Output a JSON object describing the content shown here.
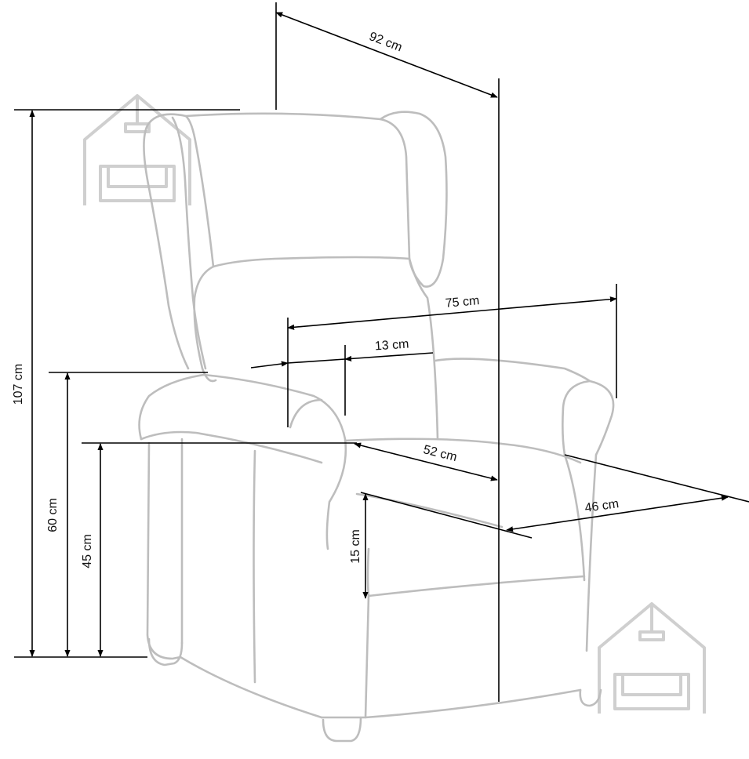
{
  "diagram": {
    "dimensions": {
      "depth": "92 cm",
      "width": "75 cm",
      "armrest_width": "13 cm",
      "seat_depth": "52 cm",
      "seat_width": "46 cm",
      "height": "107 cm",
      "armrest_height": "60 cm",
      "seat_height": "45 cm",
      "footrest_gap": "15 cm"
    },
    "colors": {
      "outline": "#bdbdbd",
      "dimension_line": "#000000",
      "logo": "#cfcfcf"
    },
    "icons": [
      "house-sofa-logo-icon",
      "house-sofa-logo-icon"
    ]
  }
}
